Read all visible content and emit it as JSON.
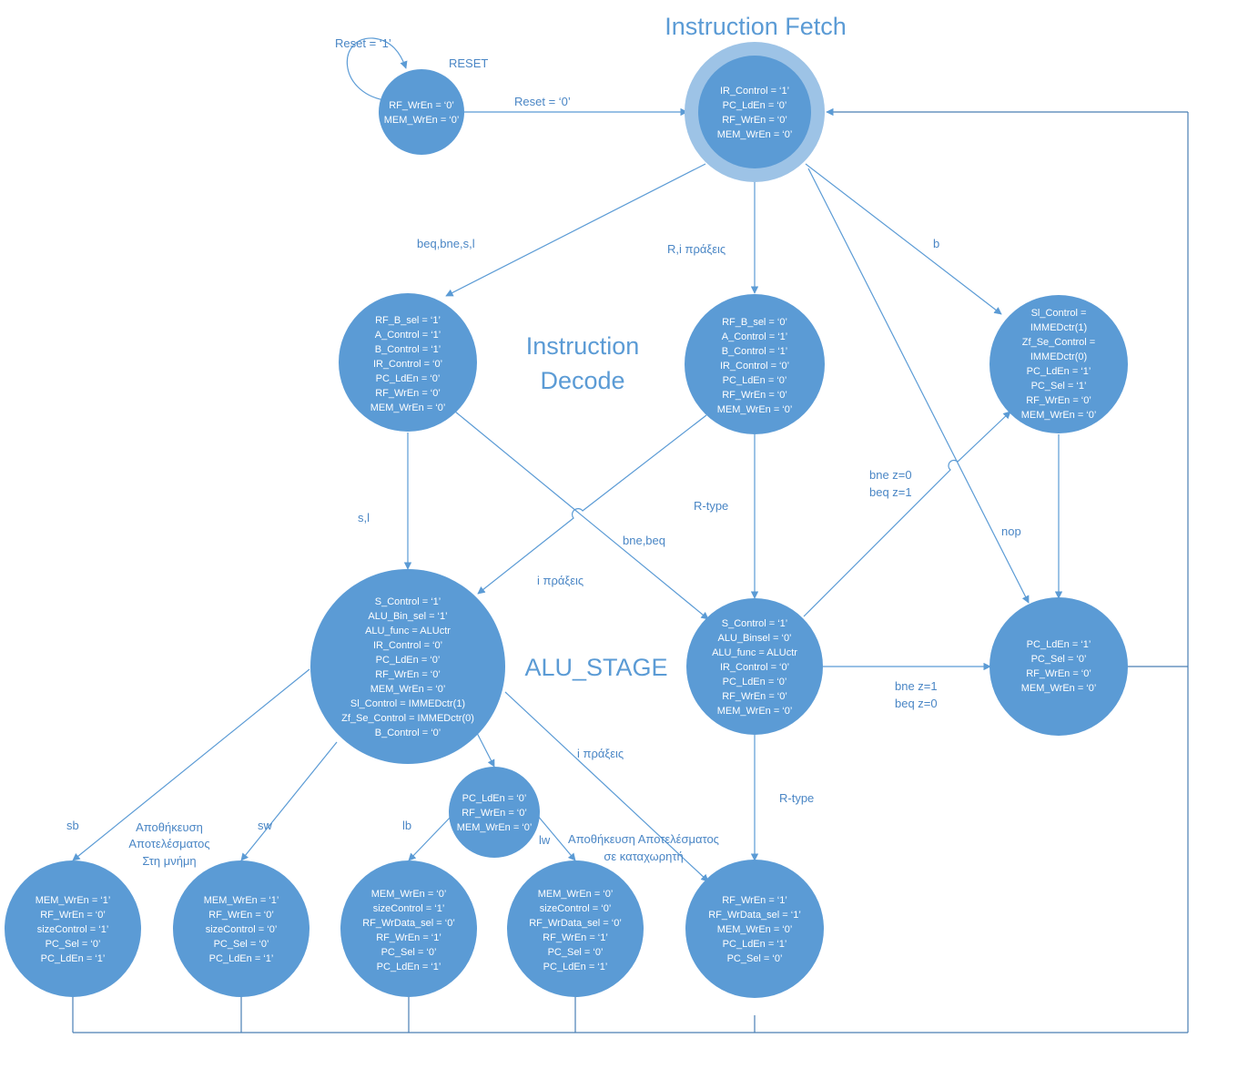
{
  "titles": {
    "instruction_fetch": "Instruction Fetch",
    "instruction_decode_line1": "Instruction",
    "instruction_decode_line2": "Decode",
    "alu_stage": "ALU_STAGE"
  },
  "states": {
    "reset": {
      "name": "RESET",
      "lines": [
        "RF_WrEn = ‘0’",
        "MEM_WrEn = ‘0’"
      ]
    },
    "fetch": {
      "lines": [
        "IR_Control = ‘1’",
        "PC_LdEn = ‘0’",
        "RF_WrEn = ‘0’",
        "MEM_WrEn = ‘0’"
      ]
    },
    "decode_branch": {
      "lines": [
        "RF_B_sel = ‘1’",
        "A_Control = ‘1’",
        "B_Control = ‘1’",
        "IR_Control = ‘0’",
        "PC_LdEn = ‘0’",
        "RF_WrEn = ‘0’",
        "MEM_WrEn = ‘0’"
      ]
    },
    "decode_ri": {
      "lines": [
        "RF_B_sel = ‘0’",
        "A_Control = ‘1’",
        "B_Control = ‘1’",
        "IR_Control = ‘0’",
        "PC_LdEn = ‘0’",
        "RF_WrEn = ‘0’",
        "MEM_WrEn = ‘0’"
      ]
    },
    "branch_b": {
      "lines": [
        "Sl_Control =",
        "IMMEDctr(1)",
        "Zf_Se_Control =",
        "IMMEDctr(0)",
        "PC_LdEn = ‘1’",
        "PC_Sel = ‘1’",
        "RF_WrEn = ‘0’",
        "MEM_WrEn = ‘0’"
      ]
    },
    "alu_mem": {
      "lines": [
        "S_Control = ‘1’",
        "ALU_Bin_sel = ‘1’",
        "ALU_func = ALUctr",
        "IR_Control = ‘0’",
        "PC_LdEn = ‘0’",
        "RF_WrEn = ‘0’",
        "MEM_WrEn = ‘0’",
        "Sl_Control = IMMEDctr(1)",
        "Zf_Se_Control = IMMEDctr(0)",
        "B_Control = ‘0’"
      ]
    },
    "alu_r": {
      "lines": [
        "S_Control = ‘1’",
        "ALU_Binsel = ‘0’",
        "ALU_func = ALUctr",
        "IR_Control = ‘0’",
        "PC_LdEn = ‘0’",
        "RF_WrEn = ‘0’",
        "MEM_WrEn = ‘0’"
      ]
    },
    "next_pc": {
      "lines": [
        "PC_LdEn = ‘1’",
        "PC_Sel = ‘0’",
        "RF_WrEn = ‘0’",
        "MEM_WrEn = ‘0’"
      ]
    },
    "load_wait": {
      "lines": [
        "PC_LdEn = ‘0’",
        "RF_WrEn = ‘0’",
        "MEM_WrEn = ‘0’"
      ]
    },
    "store_sb": {
      "lines": [
        "MEM_WrEn = ‘1’",
        "RF_WrEn = ‘0’",
        "sizeControl = ‘1’",
        "PC_Sel = ‘0’",
        "PC_LdEn = ‘1’"
      ]
    },
    "store_sw": {
      "lines": [
        "MEM_WrEn = ‘1’",
        "RF_WrEn = ‘0’",
        "sizeControl = ‘0’",
        "PC_Sel = ‘0’",
        "PC_LdEn = ‘1’"
      ]
    },
    "load_lb": {
      "lines": [
        "MEM_WrEn = ‘0’",
        "sizeControl = ‘1’",
        "RF_WrData_sel = ‘0’",
        "RF_WrEn = ‘1’",
        "PC_Sel = ‘0’",
        "PC_LdEn = ‘1’"
      ]
    },
    "load_lw": {
      "lines": [
        "MEM_WrEn = ‘0’",
        "sizeControl = ‘0’",
        "RF_WrData_sel = ‘0’",
        "RF_WrEn = ‘1’",
        "PC_Sel = ‘0’",
        "PC_LdEn = ‘1’"
      ]
    },
    "writeback": {
      "lines": [
        "RF_WrEn = ‘1’",
        "RF_WrData_sel = ‘1’",
        "MEM_WrEn = ‘0’",
        "PC_LdEn = ‘1’",
        "PC_Sel = ‘0’"
      ]
    }
  },
  "labels": {
    "reset_loop": "Reset = ‘1’",
    "reset_to_fetch": "Reset = ‘0’",
    "fetch_to_branch": "beq,bne,s,l",
    "fetch_to_ri": "R,i πράξεις",
    "fetch_to_b": "b",
    "branch_to_alu": "s,l",
    "ri_to_alu_rtype": "R-type",
    "branch_to_alur": "bne,beq",
    "ri_to_alumem": "i πράξεις",
    "alur_to_b_1": "bne z=0",
    "alur_to_b_2": "beq z=1",
    "fetch_to_next": "nop",
    "alur_to_next_1": "bne z=1",
    "alur_to_next_2": "beq z=0",
    "alu_to_wb_i": "i πράξεις",
    "alur_to_wb": "R-type",
    "sb": "sb",
    "sw": "sw",
    "lb": "lb",
    "lw": "lw",
    "store_mem_1": "Αποθήκευση",
    "store_mem_2": "Αποτελέσματος",
    "store_mem_3": "Στη μνήμη",
    "store_reg_1": "Αποθήκευση Αποτελέσματος",
    "store_reg_2": "σε καταχωρητή"
  }
}
